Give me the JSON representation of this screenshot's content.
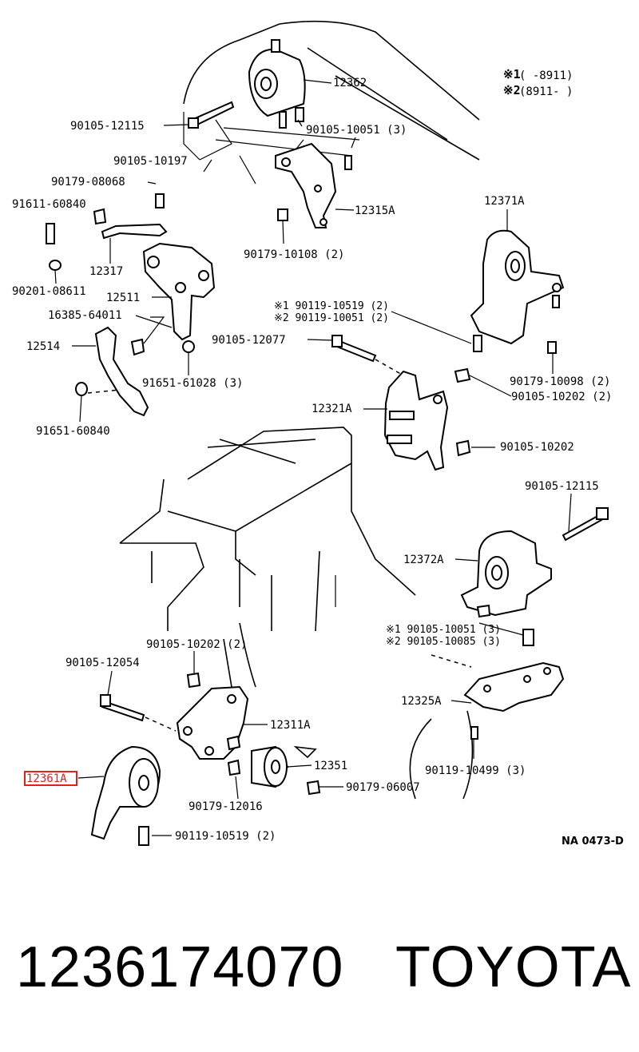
{
  "legend": {
    "line1_mark": "※1",
    "line1_range": "(      -8911)",
    "line2_mark": "※2",
    "line2_range": "(8911-       )"
  },
  "callouts": {
    "p12362": "12362",
    "p90105_12115_top": "90105-12115",
    "p90105_10051_3": "90105-10051 (3)",
    "p90105_10197": "90105-10197",
    "p90179_08068": "90179-08068",
    "p91611_60840": "91611-60840",
    "p12315A": "12315A",
    "p12371A": "12371A",
    "p12317": "12317",
    "p90179_10108_2": "90179-10108 (2)",
    "p90201_08611": "90201-08611",
    "p12511": "12511",
    "p16385_64011": "16385-64011",
    "p90119_10519_2_alt1": "※1 90119-10519 (2)",
    "p90119_10051_2_alt2": "※2 90119-10051 (2)",
    "p90105_12077": "90105-12077",
    "p12514": "12514",
    "p90179_10098_2": "90179-10098 (2)",
    "p91651_61028_3": "91651-61028 (3)",
    "p90105_10202_2_right": "90105-10202 (2)",
    "p12321A": "12321A",
    "p91651_60840": "91651-60840",
    "p90105_10202": "90105-10202",
    "p90105_12115_right": "90105-12115",
    "p12372A": "12372A",
    "p90105_10051_3_alt1": "※1 90105-10051 (3)",
    "p90105_10085_3_alt2": "※2 90105-10085 (3)",
    "p90105_10202_2_low": "90105-10202 (2)",
    "p90105_12054": "90105-12054",
    "p12325A": "12325A",
    "p12311A": "12311A",
    "p12361A": "12361A",
    "p12351": "12351",
    "p90119_10499_3": "90119-10499 (3)",
    "p90179_06007": "90179-06007",
    "p90179_12016": "90179-12016",
    "p90119_10519_2": "90119-10519 (2)",
    "diagram_code": "NA 0473-D"
  },
  "highlight_color": "#e02020",
  "footer": {
    "part_number": "1236174070",
    "brand": "TOYOTA"
  }
}
